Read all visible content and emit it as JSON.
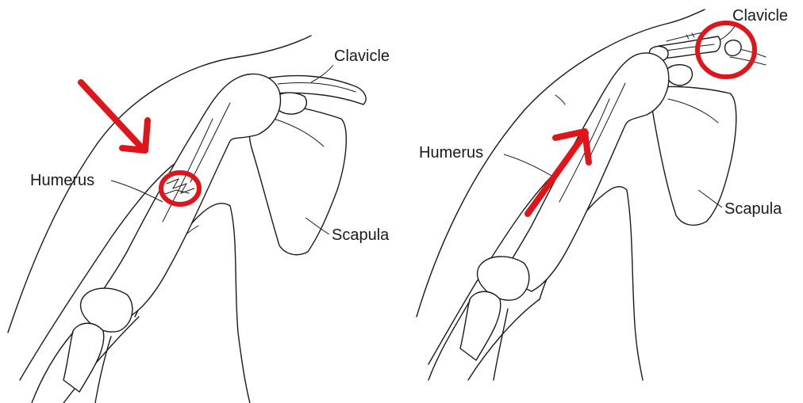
{
  "colors": {
    "line": "#1a1a1a",
    "annotation": "#e0141b",
    "background": "#ffffff"
  },
  "left_panel": {
    "labels": {
      "clavicle": "Clavicle",
      "humerus": "Humerus",
      "scapula": "Scapula"
    },
    "annotations": {
      "arrow": "red-arrow-pointing-at-fracture",
      "circle": "red-circle-around-fracture"
    }
  },
  "right_panel": {
    "labels": {
      "clavicle": "Clavicle",
      "humerus": "Humerus",
      "scapula": "Scapula"
    },
    "annotations": {
      "arrow": "red-arrow-along-humerus",
      "circle": "red-circle-around-clavicle-joint"
    }
  }
}
